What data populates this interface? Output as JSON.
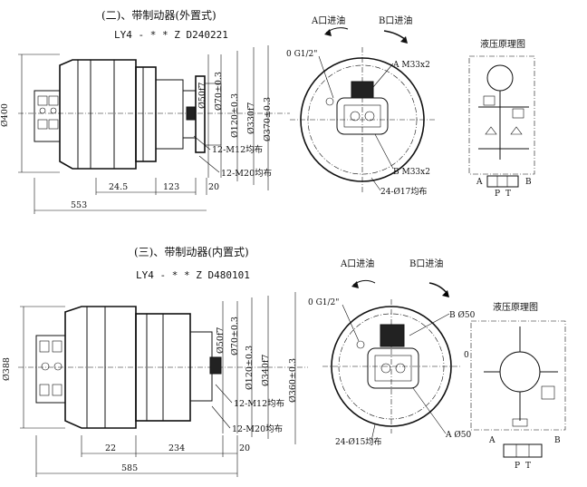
{
  "section1": {
    "title": "(二)、带制动器(外置式)",
    "model": "LY4 - * * Z D240221",
    "port_a": "A口进油",
    "port_b": "B口进油",
    "scheme_title": "液压原理图",
    "port_o": "0 G1/2\"",
    "port_a_thread": "A M33x2",
    "port_b_thread": "B M33x2",
    "bolt_circle": "24-Ø17均布",
    "dims": {
      "d400": "Ø400",
      "d50f7": "Ø50f7",
      "d70": "Ø70±0.3",
      "d120": "Ø120±0.3",
      "d330f7": "Ø330f7",
      "d370": "Ø370±0.3",
      "m12": "12-M12均布",
      "m20": "12-M20均布",
      "l24_5": "24.5",
      "l123": "123",
      "l20": "20",
      "l553": "553"
    }
  },
  "section2": {
    "title": "(三)、带制动器(内置式)",
    "model": "LY4 - * * Z D480101",
    "port_a": "A口进油",
    "port_b": "B口进油",
    "scheme_title": "液压原理图",
    "port_o": "0 G1/2\"",
    "port_b_d": "B Ø50",
    "port_a_d": "A Ø50",
    "bolt_circle": "24-Ø15均布",
    "dims": {
      "d388": "Ø388",
      "d50f7": "Ø50f7",
      "d70": "Ø70±0.3",
      "d120": "Ø120±0.3",
      "d340f7": "Ø340f7",
      "d360": "Ø360±0.3",
      "m12": "12-M12均布",
      "m20": "12-M20均布",
      "l22": "22",
      "l234": "234",
      "l20": "20",
      "l585": "585"
    }
  },
  "scheme_labels": {
    "a": "A",
    "b": "B",
    "p": "P",
    "t": "T",
    "o": "0"
  }
}
